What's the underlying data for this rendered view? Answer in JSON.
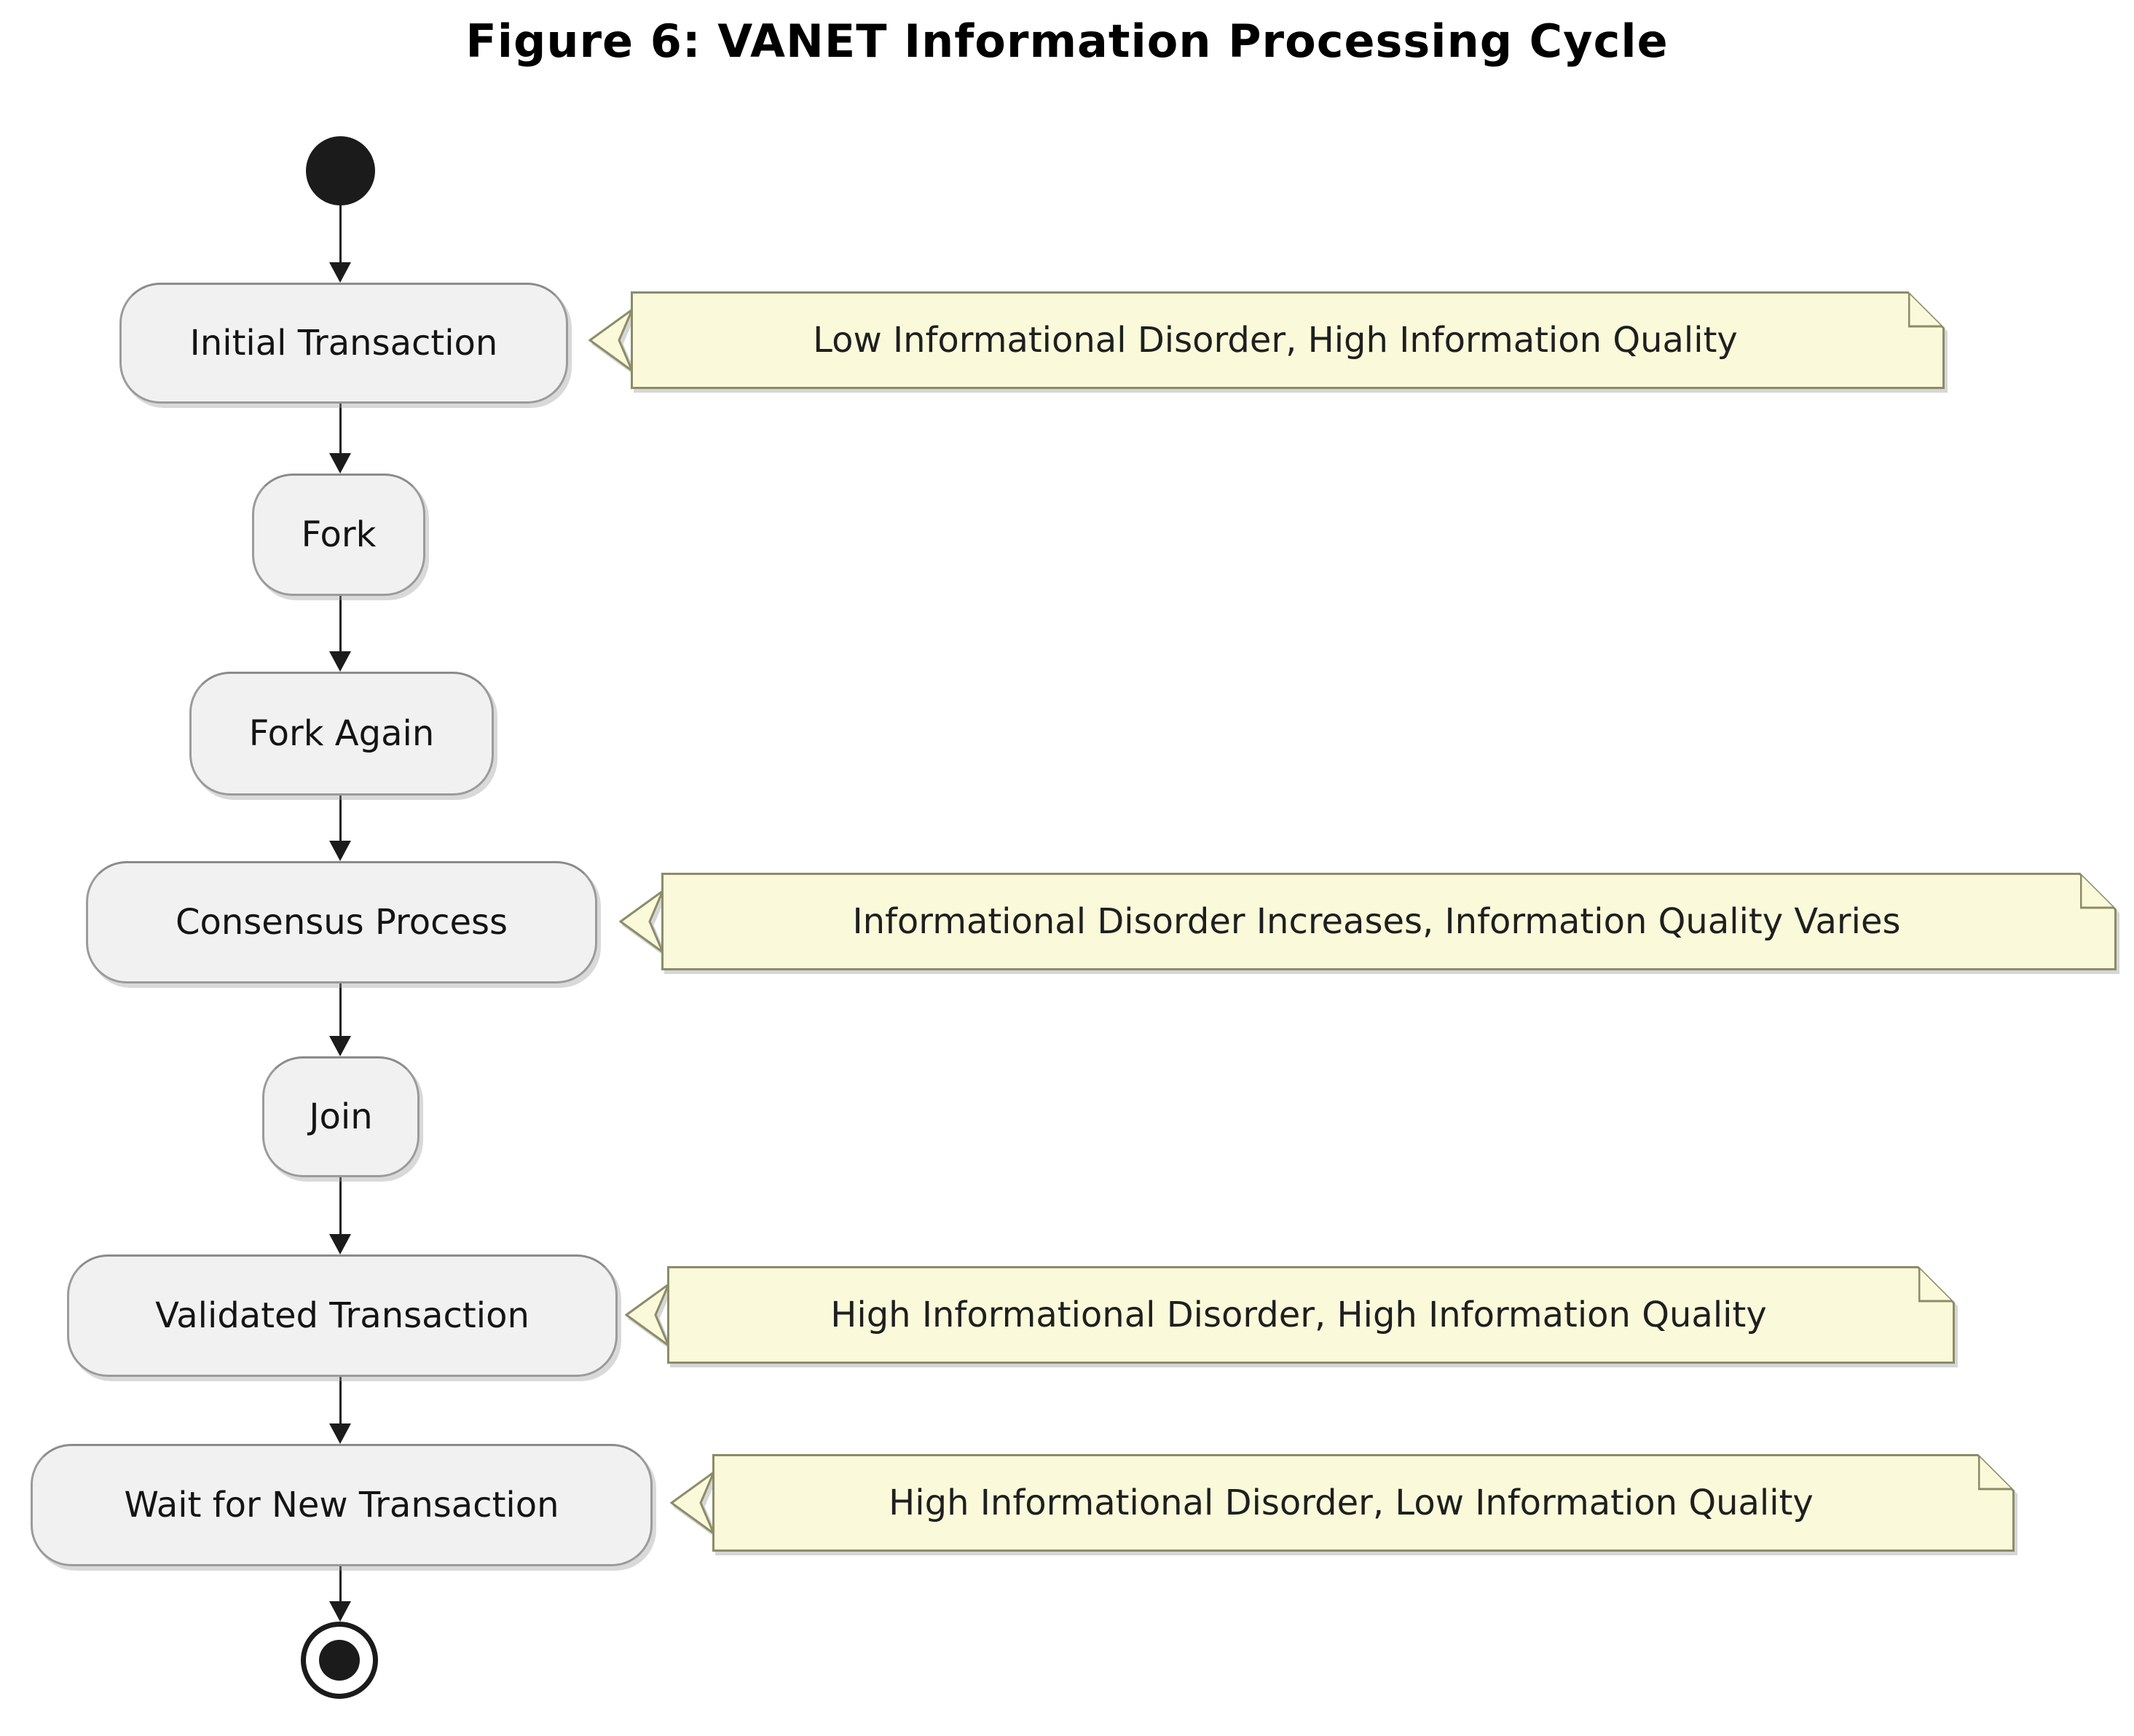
{
  "figure": {
    "title": "Figure 6: VANET Information Processing Cycle"
  },
  "diagram": {
    "type": "activity-flowchart",
    "start_marker": "initial-state",
    "end_marker": "final-state",
    "nodes": [
      {
        "id": "initial-transaction",
        "label": "Initial Transaction"
      },
      {
        "id": "fork",
        "label": "Fork"
      },
      {
        "id": "fork-again",
        "label": "Fork Again"
      },
      {
        "id": "consensus-process",
        "label": "Consensus Process"
      },
      {
        "id": "join",
        "label": "Join"
      },
      {
        "id": "validated-transaction",
        "label": "Validated Transaction"
      },
      {
        "id": "wait-for-new-transaction",
        "label": "Wait for New Transaction"
      }
    ],
    "notes": [
      {
        "attached_to": "initial-transaction",
        "text": "Low Informational Disorder, High Information Quality"
      },
      {
        "attached_to": "consensus-process",
        "text": "Informational Disorder Increases, Information Quality Varies"
      },
      {
        "attached_to": "validated-transaction",
        "text": "High Informational Disorder, High Information Quality"
      },
      {
        "attached_to": "wait-for-new-transaction",
        "text": "High Informational Disorder, Low Information Quality"
      }
    ],
    "edges": [
      {
        "from": "start",
        "to": "initial-transaction"
      },
      {
        "from": "initial-transaction",
        "to": "fork"
      },
      {
        "from": "fork",
        "to": "fork-again"
      },
      {
        "from": "fork-again",
        "to": "consensus-process"
      },
      {
        "from": "consensus-process",
        "to": "join"
      },
      {
        "from": "join",
        "to": "validated-transaction"
      },
      {
        "from": "validated-transaction",
        "to": "wait-for-new-transaction"
      },
      {
        "from": "wait-for-new-transaction",
        "to": "end"
      }
    ],
    "colors": {
      "activity_fill": "#f1f1f1",
      "activity_border": "#9b9b9b",
      "note_fill": "#fafadb",
      "note_border": "#8c8c69",
      "arrow": "#1b1b1b",
      "text": "#141414",
      "background": "#ffffff"
    }
  }
}
